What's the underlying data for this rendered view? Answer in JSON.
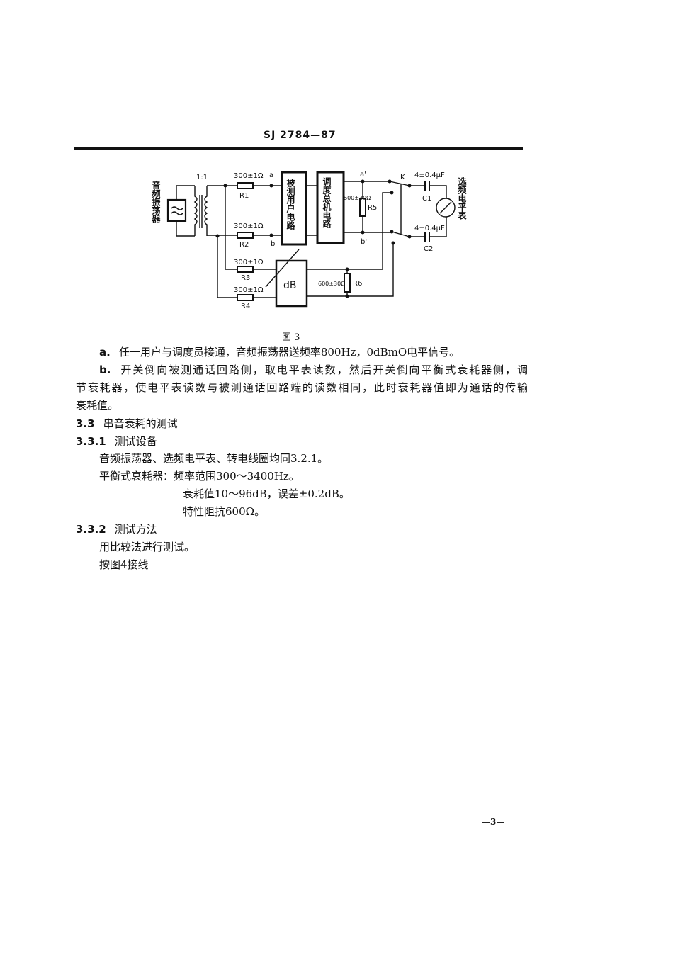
{
  "header": {
    "code": "SJ 2784—87"
  },
  "figure": {
    "caption": "图 3",
    "oscillator_label": "音频振荡器",
    "meter_label": "选频电平表",
    "transformer_ratio": "1:1",
    "block1": "被测用户电路",
    "block2": "调度总机电路",
    "attenuator": "dB",
    "r1": {
      "value": "300±1Ω",
      "name": "R1"
    },
    "r2": {
      "value": "300±1Ω",
      "name": "R2"
    },
    "r3": {
      "value": "300±1Ω",
      "name": "R3"
    },
    "r4": {
      "value": "300±1Ω",
      "name": "R4"
    },
    "r5": {
      "value": "600±30Ω",
      "name": "R5"
    },
    "r6": {
      "value": "600±30Ω",
      "name": "R6"
    },
    "c1": {
      "value": "4±0.4μF",
      "name": "C1"
    },
    "c2": {
      "value": "4±0.4μF",
      "name": "C2"
    },
    "node_a": "a",
    "node_b": "b",
    "node_a2": "a'",
    "node_b2": "b'",
    "switch": "K"
  },
  "body": {
    "a_num": "a.",
    "a_text": "任一用户与调度员接通，音频振荡器送频率800Hz，0dBmO电平信号。",
    "b_num": "b.",
    "b_lines": [
      "开关倒向被测通话回路侧，取电平表读数，然后开关倒向平衡式衰耗器侧，调",
      "节衰耗器，使电平表读数与被测通话回路端的读数相同，此时衰耗器值即为通话的传输",
      "衰耗值。"
    ],
    "s33_num": "3.3",
    "s33_title": "串音衰耗的测试",
    "s331_num": "3.3.1",
    "s331_title": "测试设备",
    "equip1": "音频振荡器、选频电平表、转电线圈均同3.2.1。",
    "equip2": "平衡式衰耗器：频率范围300～3400Hz。",
    "equip3": "衰耗值10～96dB，误差±0.2dB。",
    "equip4": "特性阻抗600Ω。",
    "s332_num": "3.3.2",
    "s332_title": "测试方法",
    "method1": "用比较法进行测试。",
    "method2": "按图4接线"
  },
  "footer": {
    "page": "—3—"
  }
}
